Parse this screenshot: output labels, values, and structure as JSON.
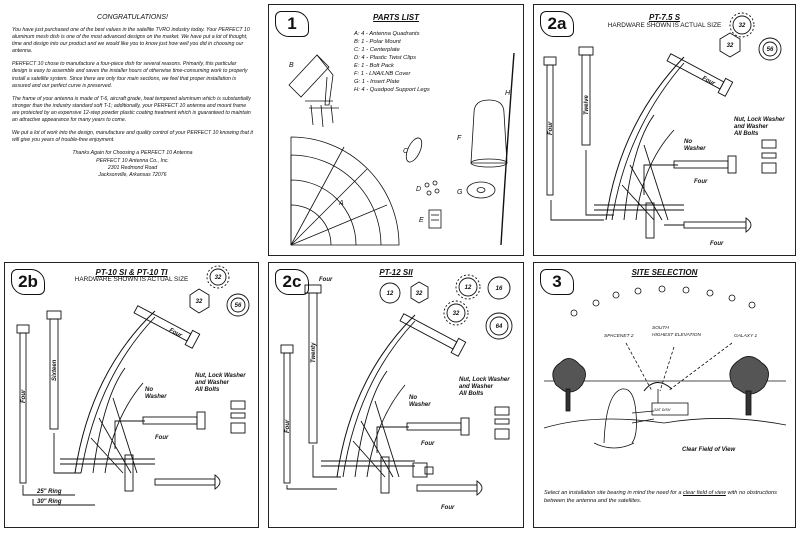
{
  "intro": {
    "title": "CONGRATULATIONS!",
    "paragraphs": [
      "You have just purchased one of the best values in the satellite TVRO industry today. Your PERFECT 10 aluminum mesh dish is one of the most advanced designs on the market. We have put a lot of thought, time and design into our product and we would like you to know just how well you did in choosing our antenna.",
      "PERFECT 10 chose to manufacture a four-piece dish for several reasons. Primarily, this particular design is easy to assemble and saves the installer hours of otherwise time-consuming work to properly install a satellite system. Since there are only four main sections, we feel that proper installation is assured and our perfect curve is preserved.",
      "The frame of your antenna is made of T-6, aircraft grade, heat tempered aluminum which is substantially stronger than the industry standard soft T-1; additionally, your PERFECT 10 antenna and mount frame are protected by an expensive 12-step powder plastic coating treatment which is guaranteed to maintain an attractive appearance for many years to come.",
      "We put a lot of work into the design, manufacture and quality control of your PERFECT 10 knowing that it will give you years of trouble-free enjoyment."
    ],
    "signature": [
      "Thanks Again for Choosing a PERFECT 10 Antenna",
      "PERFECT 10 Antenna Co., Inc.",
      "2301 Redmond Road",
      "Jacksonville, Arkansas 72076"
    ]
  },
  "panel1": {
    "number": "1",
    "title": "PARTS LIST",
    "parts": [
      "A: 4 - Antenna Quadrants",
      "B: 1 - Polar Mount",
      "C: 1 - Centerplate",
      "D: 4 - Plastic Twist Clips",
      "E: 1 - Bolt Pack",
      "F: 1 - LNA/LNB Cover",
      "G: 1 - Insert Plate",
      "H: 4 - Quadpod Support Legs"
    ],
    "letters": {
      "a": "A",
      "b": "B",
      "c": "C",
      "d": "D",
      "e": "E",
      "f": "F",
      "g": "G",
      "h": "H"
    }
  },
  "panel2a": {
    "number": "2a",
    "title": "PT-7.5 S",
    "subtitle": "HARDWARE SHOWN IS ACTUAL SIZE",
    "badges": [
      "32",
      "32",
      "56"
    ],
    "labels": {
      "four1": "Four",
      "twelve": "Twelve",
      "four2": "Four",
      "no_washer": "No\nWasher",
      "four3": "Four",
      "four4": "Four",
      "nut": "Nut, Lock Washer\nand Washer\nAll Bolts"
    }
  },
  "panel2b": {
    "number": "2b",
    "title": "PT-10 SI & PT-10 TI",
    "subtitle": "HARDWARE SHOWN IS ACTUAL SIZE",
    "badges": [
      "32",
      "32",
      "56"
    ],
    "labels": {
      "four1": "Four",
      "sixteen": "Sixteen",
      "four2": "Four",
      "no_washer": "No\nWasher",
      "four3": "Four",
      "nut": "Nut, Lock Washer\nand Washer\nAll Bolts",
      "ring25": "25\" Ring",
      "ring30": "30\" Ring"
    }
  },
  "panel2c": {
    "number": "2c",
    "title": "PT-12 SII",
    "badges": [
      "12",
      "32",
      "12",
      "16",
      "32",
      "64"
    ],
    "labels": {
      "four1": "Four",
      "twenty": "Twenty",
      "four2": "Four",
      "no_washer": "No\nWasher",
      "four3": "Four",
      "four4": "Four",
      "nut": "Nut, Lock Washer\nand Washer\nAll Bolts"
    }
  },
  "panel3": {
    "number": "3",
    "title": "SITE SELECTION",
    "sat_labels": {
      "spacenet": "SPACENET 2",
      "south": "SOUTH\nHIGHEST ELEVATION",
      "galaxy": "GALAXY 1"
    },
    "clear_field": "Clear Field of View",
    "caption_pre": "Select an installation site bearing in mind the need for a ",
    "caption_link": "clear field of view",
    "caption_post": " with no obstructions between the antenna and the satellites.",
    "sign_text": "SAT DISH"
  }
}
